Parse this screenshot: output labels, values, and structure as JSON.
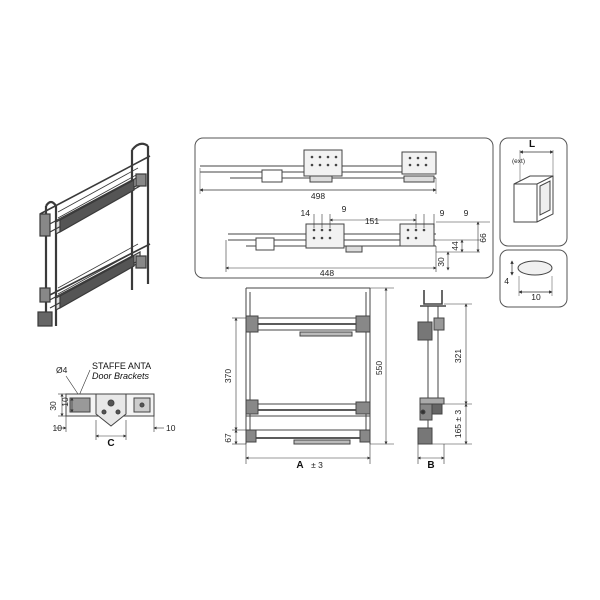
{
  "diagram": {
    "rail_top": {
      "length": "498"
    },
    "rail_bottom": {
      "length": "448",
      "d1": "14",
      "d2": "9",
      "d3": "151",
      "d4": "9",
      "d5": "9",
      "h1": "30",
      "h2": "44",
      "h3": "66"
    },
    "box_L": {
      "letter": "L",
      "note": "(ext)"
    },
    "box_slot": {
      "h": "4",
      "w": "10"
    },
    "brackets": {
      "title": "STAFFE ANTA",
      "subtitle": "Door Brackets",
      "hole": "Ø4",
      "h30": "30",
      "h10": "10",
      "left": "10",
      "right": "10",
      "letter": "C"
    },
    "front": {
      "h_upper": "370",
      "h_lower": "67",
      "h_total": "550",
      "width": "A",
      "tol": "± 3"
    },
    "side": {
      "h_upper": "321",
      "h_lower": "165 ± 3",
      "width": "B"
    }
  }
}
